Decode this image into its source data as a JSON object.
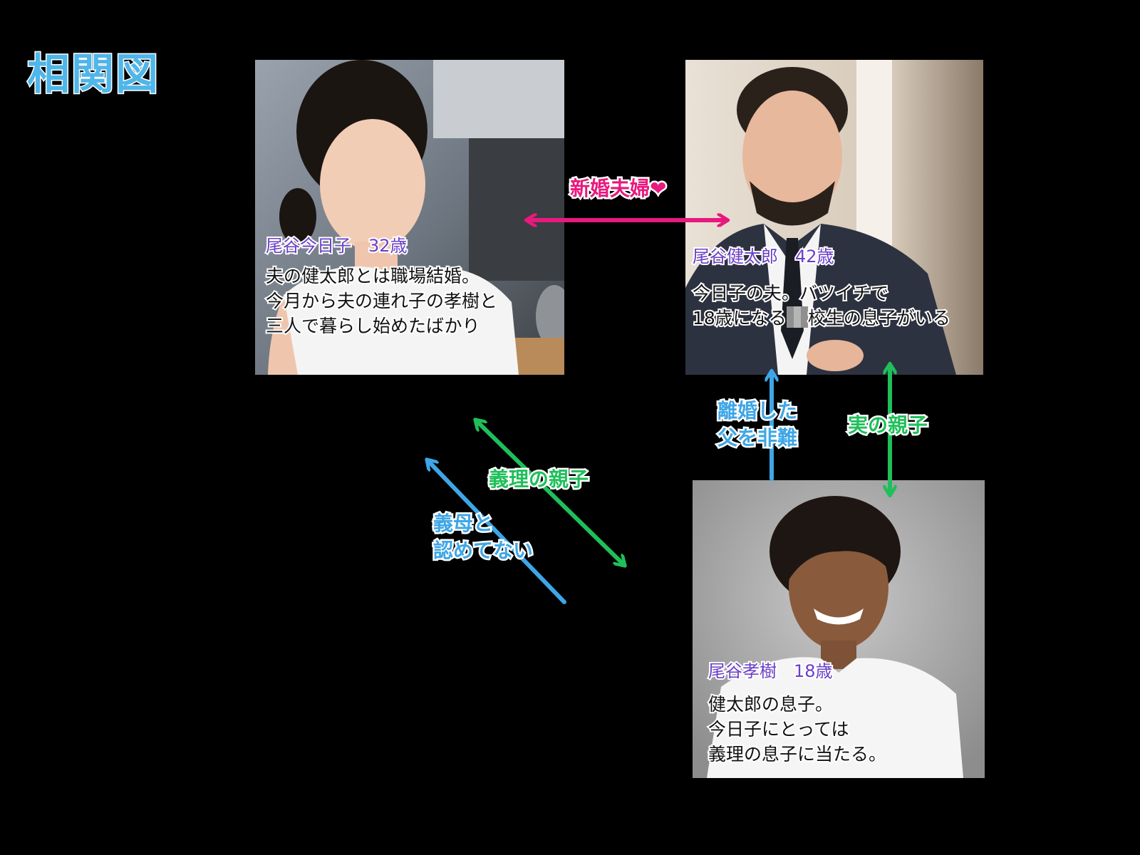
{
  "title": "相関図",
  "characters": [
    {
      "name_age": "尾谷今日子　32歳",
      "description": [
        "夫の健太郎とは職場結婚。",
        "今月から夫の連れ子の孝樹と",
        "三人で暮らし始めたばかり"
      ]
    },
    {
      "name_age": "尾谷健太郎　42歳",
      "description": [
        "今日子の夫。バツイチで",
        "18歳になる",
        "校生の息子がいる"
      ]
    },
    {
      "name_age": "尾谷孝樹　18歳",
      "description": [
        "健太郎の息子。",
        "今日子にとっては",
        "義理の息子に当たる。"
      ]
    }
  ],
  "relations": {
    "married": "新婚夫婦❤",
    "divorce_blame": [
      "離婚した",
      "父を非難"
    ],
    "real_parent_child": "実の親子",
    "step_parent_child": "義理の親子",
    "not_accepting": [
      "義母と",
      "認めてない"
    ]
  },
  "colors": {
    "married": "#e8197d",
    "blue": "#3ea6e6",
    "green": "#1fbf5a",
    "label_purple": "#6a3fc8",
    "title": "#4fb6ea"
  }
}
